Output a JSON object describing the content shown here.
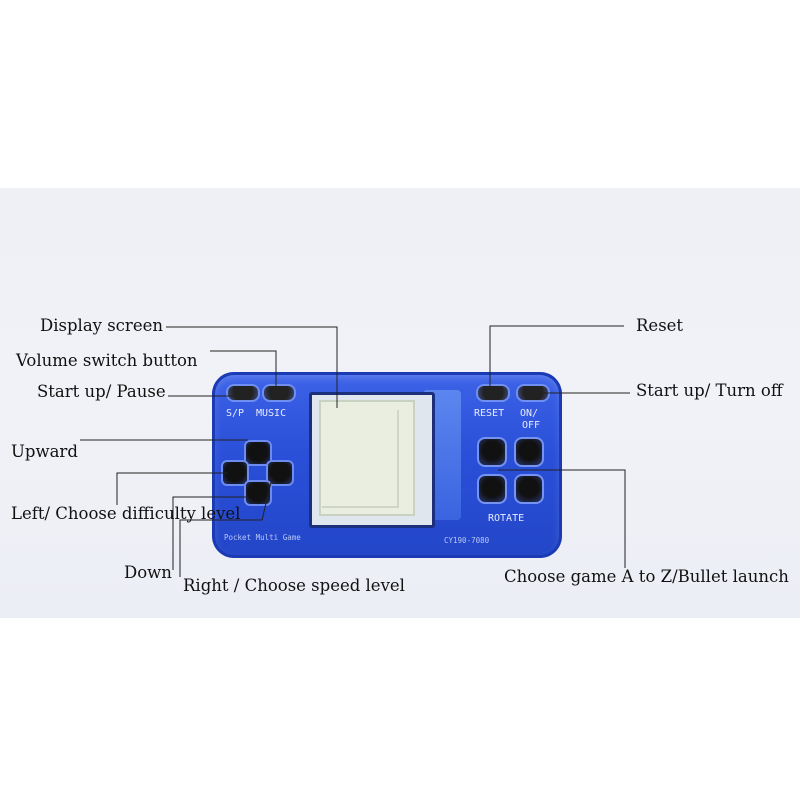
{
  "labels": {
    "display_screen": "Display screen",
    "volume_switch": "Volume switch button",
    "start_pause": "Start up/ Pause",
    "upward": "Upward",
    "left_difficulty": "Left/ Choose difficulty level",
    "down": "Down",
    "right_speed": "Right / Choose speed level",
    "reset": "Reset",
    "start_turnoff": "Start up/ Turn off",
    "choose_game": "Choose game A to Z/Bullet launch"
  },
  "device": {
    "sp_label": "S/P",
    "music_label": "MUSIC",
    "reset_label": "RESET",
    "on_label": "ON/",
    "off_label": "OFF",
    "rotate_label": "ROTATE",
    "brand_label": "Pocket Multi Game",
    "model_label": "CY190-7080"
  },
  "colors": {
    "device_body": "#2a4fd8",
    "screen": "#e9eee0",
    "buttons": "#111111"
  }
}
